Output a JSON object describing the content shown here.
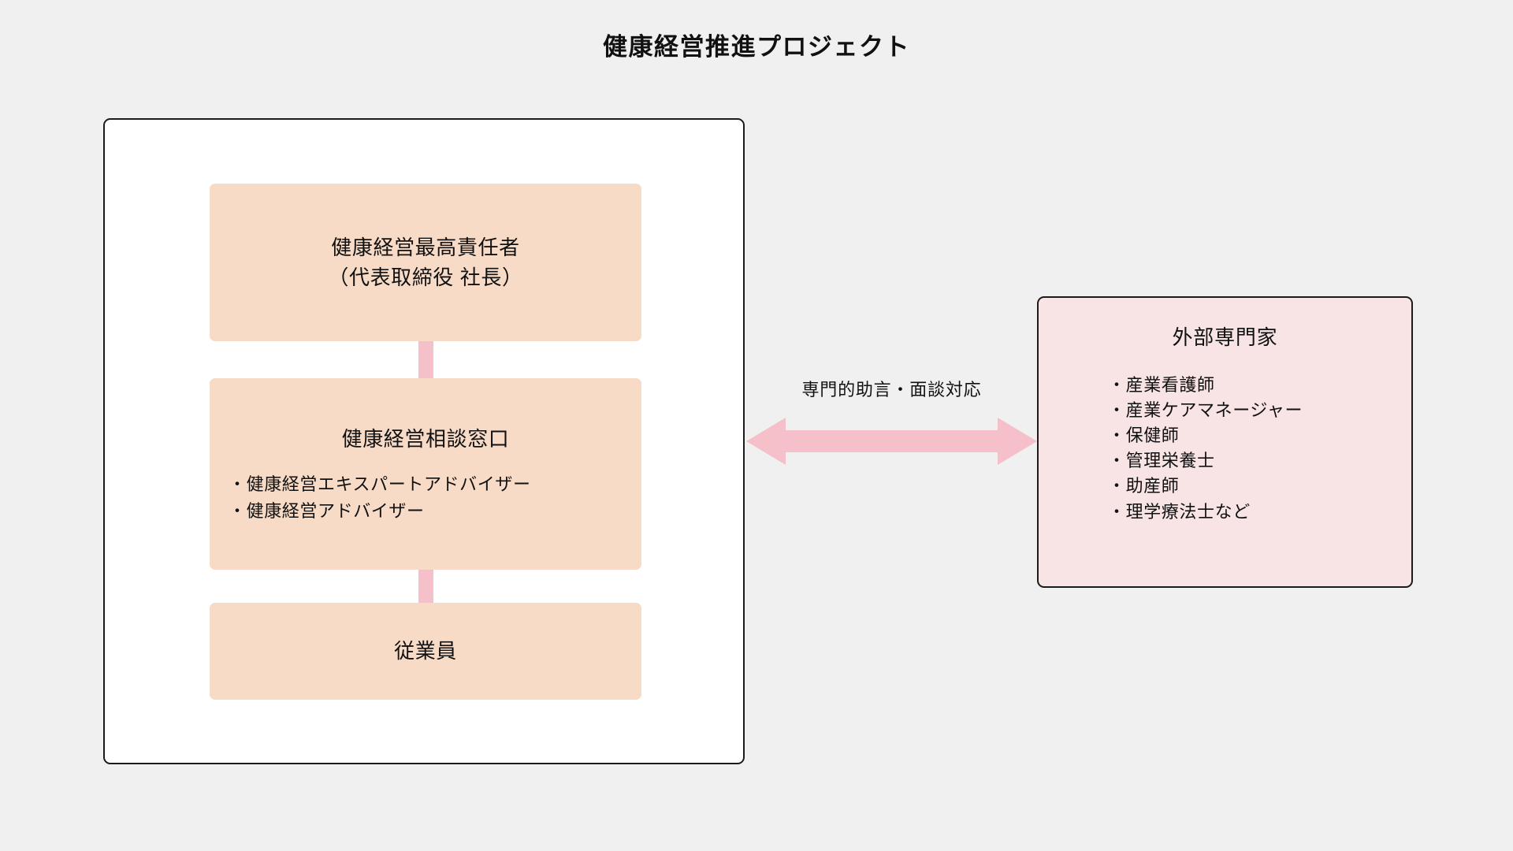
{
  "title": "健康経営推進プロジェクト",
  "colors": {
    "background": "#f0f0f0",
    "box_fill": "#f7dbc7",
    "panel_fill": "#f8e4e5",
    "connector": "#f5c0ca",
    "arrow": "#f5c0ca",
    "border": "#1b1b1b",
    "text": "#111111"
  },
  "org_chart": {
    "ceo": {
      "line1": "健康経営最高責任者",
      "line2": "（代表取締役 社長）"
    },
    "desk": {
      "heading": "健康経営相談窓口",
      "items": [
        "・健康経営エキスパートアドバイザー",
        "・健康経営アドバイザー"
      ]
    },
    "employees": {
      "label": "従業員"
    }
  },
  "exchange": {
    "label": "専門的助言・面談対応",
    "arrow_direction": "bidirectional"
  },
  "external": {
    "title": "外部専門家",
    "items": [
      "・産業看護師",
      "・産業ケアマネージャー",
      "・保健師",
      "・管理栄養士",
      "・助産師",
      "・理学療法士など"
    ]
  }
}
